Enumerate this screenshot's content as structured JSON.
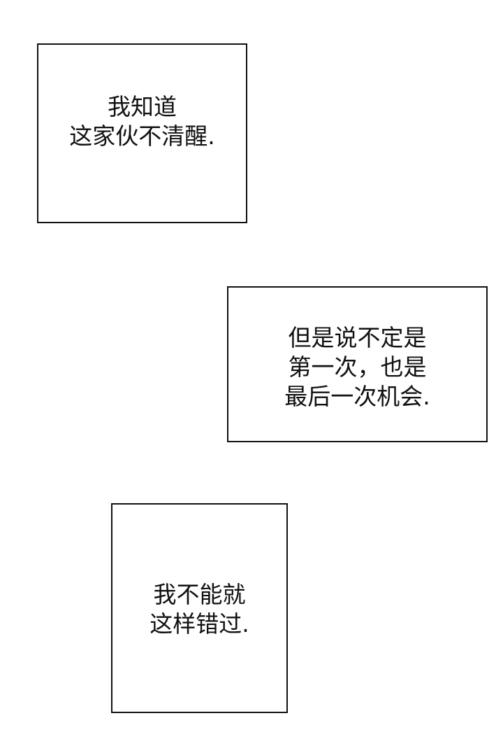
{
  "page": {
    "background": "#ffffff",
    "border_color": "#111111",
    "text_color": "#111111"
  },
  "panels": [
    {
      "lines": [
        "我知道",
        "这家伙不清醒."
      ]
    },
    {
      "lines": [
        "但是说不定是",
        "第一次，也是",
        "最后一次机会."
      ]
    },
    {
      "lines": [
        "我不能就",
        "这样错过."
      ]
    }
  ]
}
